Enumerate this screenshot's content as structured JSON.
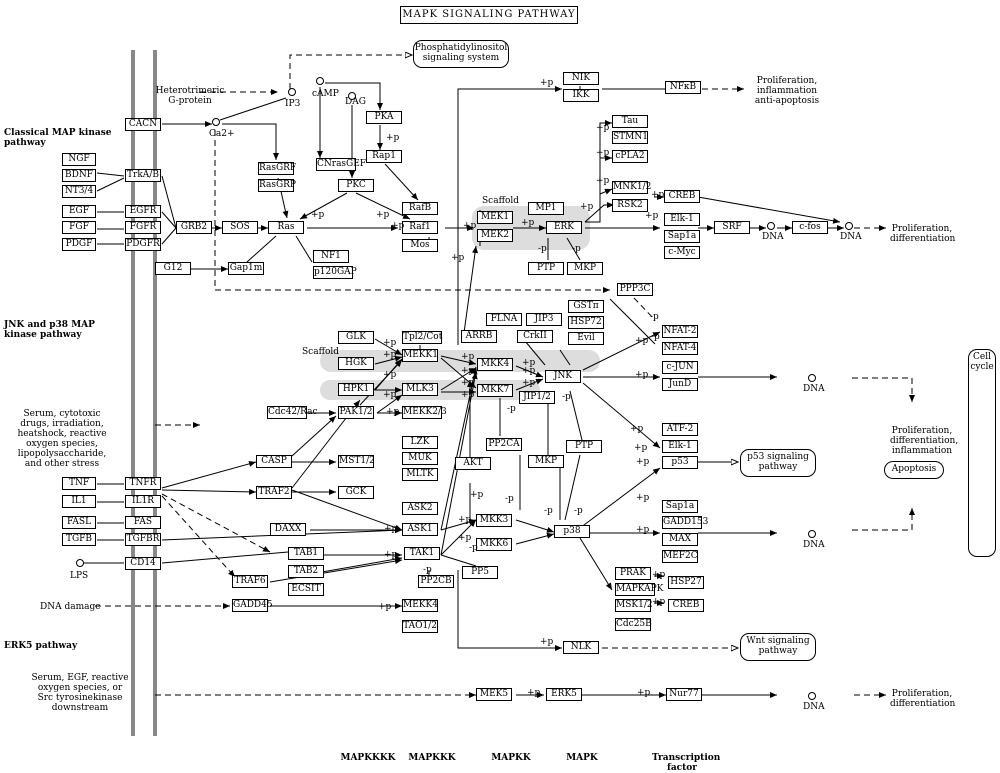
{
  "title": "MAPK SIGNALING PATHWAY",
  "sections": {
    "classical": "Classical MAP kinase pathway",
    "jnk": "JNK and p38 MAP kinase pathway",
    "erk5": "ERK5 pathway"
  },
  "bottom_axis": [
    "MAPKKKK",
    "MAPKKK",
    "MAPKK",
    "MAPK",
    "Transcription factor"
  ],
  "linked_pathways": {
    "pi": "Phosphatidylinositol signaling system",
    "p53": "p53 signaling pathway",
    "wnt": "Wnt signaling pathway"
  },
  "ligands": [
    "NGF",
    "BDNF",
    "NT3/4",
    "EGF",
    "FGF",
    "PDGF",
    "TNF",
    "IL1",
    "FASL",
    "TGFB"
  ],
  "receptors": [
    "CACN",
    "TrkA/B",
    "EGFR",
    "FGFR",
    "PDGFR",
    "TNFR",
    "IL1R",
    "FAS",
    "TGFBR",
    "CD14"
  ],
  "proteins": [
    "GRB2",
    "SOS",
    "Ras",
    "G12",
    "Gap1m",
    "NF1",
    "p120GAP",
    "RasGRF",
    "RasGRP",
    "CNrasGEF",
    "PKC",
    "PKA",
    "Rap1",
    "RafB",
    "Raf1",
    "Mos",
    "MEK1",
    "MEK2",
    "MP1",
    "ERK",
    "PTP",
    "MKP",
    "NIK",
    "IKK",
    "NFκB",
    "Tau",
    "STMN1",
    "cPLA2",
    "MNK1/2",
    "RSK2",
    "CREB",
    "Elk-1",
    "Sap1a",
    "c-Myc",
    "SRF",
    "c-fos",
    "PPP3C",
    "GLK",
    "HGK",
    "HPK1",
    "Tpl2/Cot",
    "MEKK1",
    "MLK3",
    "MEKK2/3",
    "Cdc42/Rac",
    "PAK1/2",
    "FLNA",
    "ARRB",
    "JIP3",
    "CrkII",
    "GSTπ",
    "HSP72",
    "Evil",
    "MKK4",
    "MKK7",
    "JIP1/2",
    "JNK",
    "NFAT-2",
    "NFAT-4",
    "c-JUN",
    "JunD",
    "LZK",
    "MUK",
    "MLTK",
    "PP2CA",
    "AKT",
    "MKP",
    "PTP",
    "ATF-2",
    "Elk-1",
    "p53",
    "CASP",
    "MST1/2",
    "TRAF2",
    "GCK",
    "DAXX",
    "ASK2",
    "ASK1",
    "MKK3",
    "MKK6",
    "p38",
    "Sap1a",
    "GADD153",
    "MAX",
    "MEF2C",
    "TAB1",
    "TAB2",
    "TAK1",
    "TRAF6",
    "ECSIT",
    "PP2CB",
    "PP5",
    "PRAK",
    "MAPKAPK",
    "HSP27",
    "MSK1/2",
    "CREB",
    "Cdc25B",
    "GADD45",
    "MEKK4",
    "TAO1/2",
    "NLK",
    "MEK5",
    "ERK5",
    "Nur77"
  ],
  "labels": {
    "hetero": "Heterotrimeric G-protein",
    "ip3": "IP3",
    "camp": "cAMP",
    "dag": "DAG",
    "ca": "Ca2+",
    "lps": "LPS",
    "scaffold": "Scaffold",
    "dna": "DNA",
    "dna_damage": "DNA damage",
    "serum1": "Serum, cytotoxic drugs, irradiation, heatshock, reactive oxygen species, lipopolysaccharide, and other stress",
    "serum2": "Serum, EGF, reactive oxygen species, or Src tyrosinekinase downstream",
    "out_nfkb": "Proliferation, inflammation anti-apoptosis",
    "out_prolif": "Proliferation, differentiation",
    "out_jnk": "Proliferation, differentiation, inflammation",
    "apoptosis": "Apoptosis",
    "cell_cycle": "Cell cycle",
    "plus_p": "+p",
    "minus_p": "-p"
  }
}
